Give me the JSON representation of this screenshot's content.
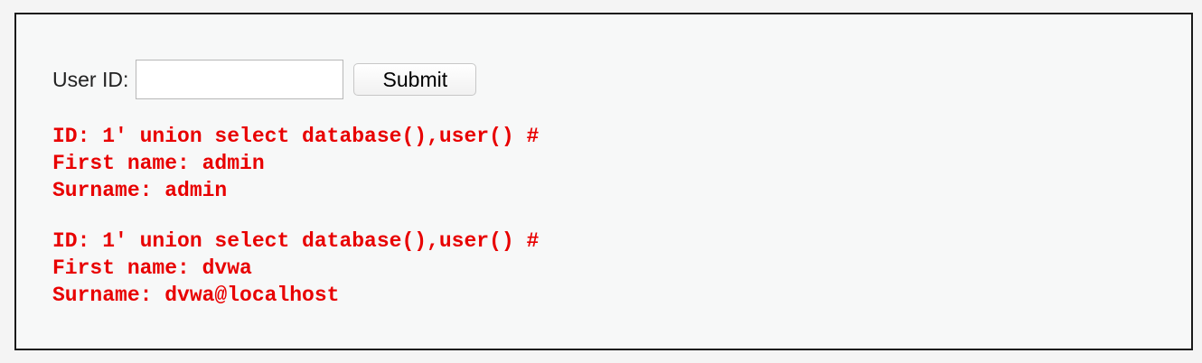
{
  "form": {
    "user_id_label": "User ID:",
    "user_id_value": "",
    "submit_label": "Submit"
  },
  "results": [
    {
      "id_line": "ID: 1' union select database(),user() #",
      "first_name_line": "First name: admin",
      "surname_line": "Surname: admin"
    },
    {
      "id_line": "ID: 1' union select database(),user() #",
      "first_name_line": "First name: dvwa",
      "surname_line": "Surname: dvwa@localhost"
    }
  ],
  "colors": {
    "result_text": "#e80000",
    "panel_background": "#f7f8f8",
    "panel_border": "#1a1a1a"
  }
}
